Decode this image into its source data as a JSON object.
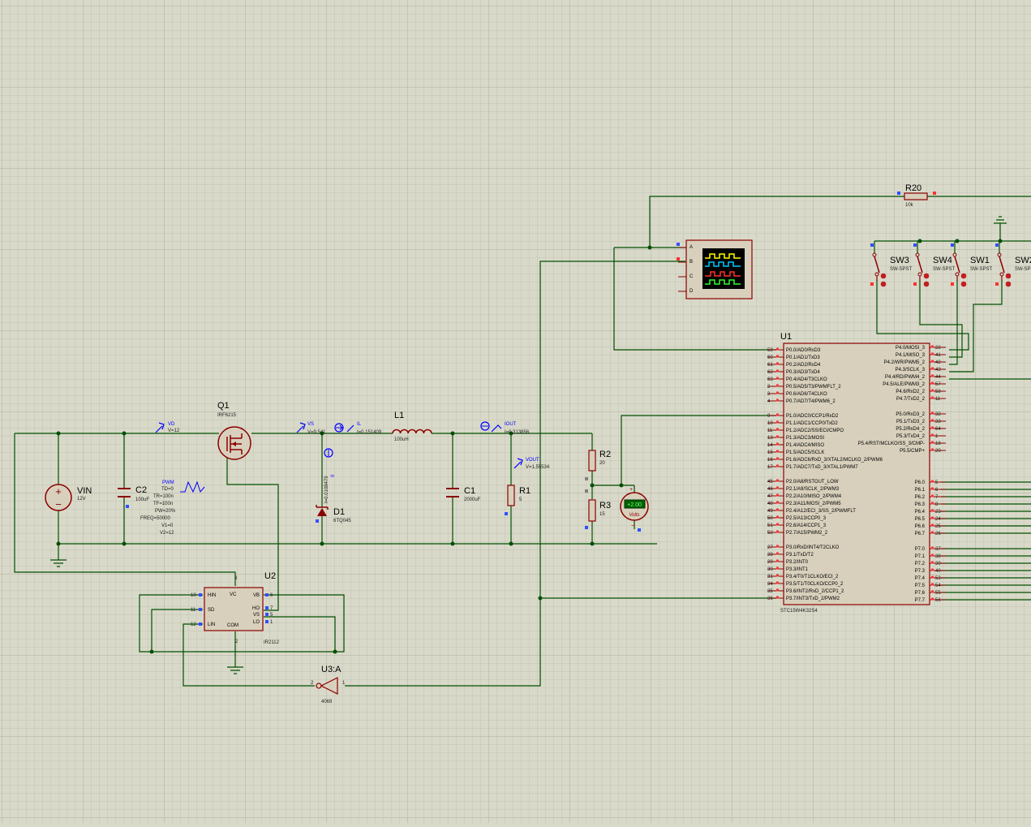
{
  "colors": {
    "grid_bg": "#d9d9c9",
    "grid_minor": "#c4c4b4",
    "grid_major": "#b0b0a0",
    "wire": "#005000",
    "component": "#8b0000",
    "body_fill": "#d8d0bc",
    "pin_red": "#ff3030",
    "pin_blue": "#3050ff",
    "probe": "#0000ff"
  },
  "components": {
    "vin": {
      "ref": "VIN",
      "value": "12V"
    },
    "c2": {
      "ref": "C2",
      "value": "100uF"
    },
    "pwm": {
      "ref": "PWM",
      "params": [
        "TD=0",
        "TR=100n",
        "TF=100n",
        "PW=20%",
        "FREQ=50000",
        "V1=0",
        "V2=12"
      ]
    },
    "q1": {
      "ref": "Q1",
      "value": "IRF6215"
    },
    "d1": {
      "ref": "D1",
      "value": "6TQ045"
    },
    "l1": {
      "ref": "L1",
      "value": "100uH"
    },
    "c1": {
      "ref": "C1",
      "value": "2000uF"
    },
    "r1": {
      "ref": "R1",
      "value": "5"
    },
    "r2": {
      "ref": "R2",
      "value": "20"
    },
    "r3": {
      "ref": "R3",
      "value": "15"
    },
    "voltmeter": {
      "reading": "+2.00",
      "unit": "Volts"
    },
    "r20": {
      "ref": "R20",
      "value": "10k"
    },
    "u2": {
      "ref": "U2",
      "value": "IR2112",
      "left_pins": [
        {
          "num": "10",
          "name": "HIN"
        },
        {
          "num": "11",
          "name": "SD"
        },
        {
          "num": "12",
          "name": "LIN"
        }
      ],
      "right_pins": [
        {
          "num": "6",
          "name": "VB"
        },
        {
          "num": "7",
          "name": "HO"
        },
        {
          "num": "5",
          "name": "VS"
        },
        {
          "num": "1",
          "name": "LO"
        }
      ],
      "top_label": "VC",
      "bottom_label": "COM",
      "top_pin": "3",
      "bottom_pin": "2"
    },
    "u3": {
      "ref": "U3:A",
      "value": "4069",
      "in_pin": "1",
      "out_pin": "2"
    },
    "scope": {
      "channels": [
        "A",
        "B",
        "C",
        "D"
      ]
    },
    "switches": [
      {
        "ref": "SW3",
        "value": "SW-SPST"
      },
      {
        "ref": "SW4",
        "value": "SW-SPST"
      },
      {
        "ref": "SW1",
        "value": "SW-SPST"
      },
      {
        "ref": "SW2",
        "value": "SW-SPST"
      }
    ],
    "u1": {
      "ref": "U1",
      "value": "STC15W4K32S4",
      "left_pins": [
        {
          "num": "59",
          "name": "P0.0/AD0/RxD3"
        },
        {
          "num": "60",
          "name": "P0.1/AD1/TxD3"
        },
        {
          "num": "61",
          "name": "P0.2/AD2/RxD4"
        },
        {
          "num": "62",
          "name": "P0.3/AD3/TxD4"
        },
        {
          "num": "63",
          "name": "P0.4/AD4/T3CLKO"
        },
        {
          "num": "2",
          "name": "P0.5/AD5/T3/PWMFLT_2"
        },
        {
          "num": "3",
          "name": "P0.6/AD6/T4CLKO"
        },
        {
          "num": "4",
          "name": "P0.7/AD7/T4/PWM6_2"
        },
        {
          "num": "9",
          "name": "P1.0/ADC0/CCP1/RxD2"
        },
        {
          "num": "10",
          "name": "P1.1/ADC1/CCP0/TxD2"
        },
        {
          "num": "11",
          "name": "P1.2/ADC2/SS/ECI/CMPO"
        },
        {
          "num": "13",
          "name": "P1.3/ADC3/MOSI"
        },
        {
          "num": "14",
          "name": "P1.4/ADC4/MISO"
        },
        {
          "num": "15",
          "name": "P1.5/ADC5/SCLK"
        },
        {
          "num": "16",
          "name": "P1.6/ADC6/RxD_3/XTAL2/MCLKO_2/PWM6"
        },
        {
          "num": "17",
          "name": "P1.7/ADC7/TxD_3/XTAL1/PWM7"
        },
        {
          "num": "45",
          "name": "P2.0/A8/RSTOUT_LOW"
        },
        {
          "num": "46",
          "name": "P2.1/A9/SCLK_2/PWM3"
        },
        {
          "num": "47",
          "name": "P2.2/A10/MISO_2/PWM4"
        },
        {
          "num": "48",
          "name": "P2.3/A11/MOSI_2/PWM5"
        },
        {
          "num": "49",
          "name": "P2.4/A12/ECI_3/SS_2/PWMFLT"
        },
        {
          "num": "50",
          "name": "P2.5/A13/CCP0_3"
        },
        {
          "num": "51",
          "name": "P2.6/A14/CCP1_3"
        },
        {
          "num": "52",
          "name": "P2.7/A15/PWM2_2"
        },
        {
          "num": "27",
          "name": "P3.0/RxD/INT4/T2CLKO"
        },
        {
          "num": "28",
          "name": "P3.1/TxD/T2"
        },
        {
          "num": "29",
          "name": "P3.2/INT0"
        },
        {
          "num": "30",
          "name": "P3.3/INT1"
        },
        {
          "num": "31",
          "name": "P3.4/T0/T1CLKO/ECI_2"
        },
        {
          "num": "34",
          "name": "P3.5/T1/T0CLKO/CCP0_2"
        },
        {
          "num": "35",
          "name": "P3.6/INT2/RxD_2/CCP1_2"
        },
        {
          "num": "36",
          "name": "P3.7/INT3/TxD_2/PWM2"
        }
      ],
      "right_pins": [
        {
          "num": "22",
          "name": "P4.0/MOSI_3"
        },
        {
          "num": "41",
          "name": "P4.1/MISO_3"
        },
        {
          "num": "42",
          "name": "P4.2/WR/PWM5_2"
        },
        {
          "num": "43",
          "name": "P4.3/SCLK_3"
        },
        {
          "num": "44",
          "name": "P4.4/RD/PWM4_2"
        },
        {
          "num": "57",
          "name": "P4.5/ALE/PWM3_2"
        },
        {
          "num": "58",
          "name": "P4.6/RxD2_2"
        },
        {
          "num": "11",
          "name": "P4.7/TxD2_2"
        },
        {
          "num": "32",
          "name": "P5.0/RxD3_2"
        },
        {
          "num": "33",
          "name": "P5.1/TxD3_2"
        },
        {
          "num": "64",
          "name": "P5.2/RxD4_2"
        },
        {
          "num": "1",
          "name": "P5.3/TxD4_2"
        },
        {
          "num": "18",
          "name": "P5.4/RST/MCLKO/SS_3/CMP-"
        },
        {
          "num": "20",
          "name": "P5.5/CMP+"
        },
        {
          "num": "5",
          "name": "P6.0"
        },
        {
          "num": "6",
          "name": "P6.1"
        },
        {
          "num": "7",
          "name": "P6.2"
        },
        {
          "num": "8",
          "name": "P6.3"
        },
        {
          "num": "23",
          "name": "P6.4"
        },
        {
          "num": "24",
          "name": "P6.5"
        },
        {
          "num": "25",
          "name": "P6.6"
        },
        {
          "num": "26",
          "name": "P6.7"
        },
        {
          "num": "37",
          "name": "P7.0"
        },
        {
          "num": "38",
          "name": "P7.1"
        },
        {
          "num": "39",
          "name": "P7.2"
        },
        {
          "num": "40",
          "name": "P7.3"
        },
        {
          "num": "53",
          "name": "P7.4"
        },
        {
          "num": "54",
          "name": "P7.5"
        },
        {
          "num": "55",
          "name": "P7.6"
        },
        {
          "num": "56",
          "name": "P7.7"
        }
      ]
    }
  },
  "probes": {
    "vd": {
      "name": "VD",
      "value": "V=12"
    },
    "vs": {
      "name": "VS",
      "value": "V=9.541"
    },
    "il": {
      "name": "IL",
      "value": "I=0.151409"
    },
    "ii": {
      "name": "II",
      "value": "I=0.0108479"
    },
    "iout": {
      "name": "IOUT",
      "value": "I=0.313856"
    },
    "vout": {
      "name": "VOUT",
      "value": "V=1.55534"
    }
  }
}
